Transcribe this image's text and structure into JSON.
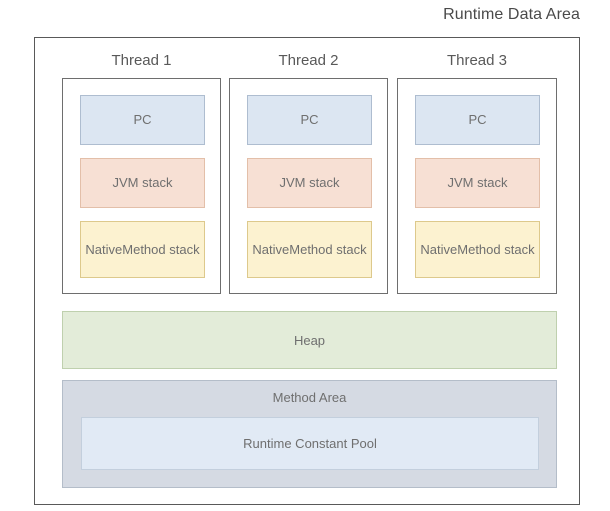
{
  "diagram": {
    "title": "Runtime Data Area",
    "threads": [
      {
        "label": "Thread 1",
        "regions": [
          {
            "name": "PC",
            "label": "PC",
            "color": "#dce6f2"
          },
          {
            "name": "JVM stack",
            "label": "JVM stack",
            "color": "#f7e0d4"
          },
          {
            "name": "Native Method stack",
            "line1": "Native",
            "line2": "Method stack",
            "color": "#fcf2d0"
          }
        ]
      },
      {
        "label": "Thread 2",
        "regions": [
          {
            "name": "PC",
            "label": "PC",
            "color": "#dce6f2"
          },
          {
            "name": "JVM stack",
            "label": "JVM stack",
            "color": "#f7e0d4"
          },
          {
            "name": "Native Method stack",
            "line1": "Native",
            "line2": "Method stack",
            "color": "#fcf2d0"
          }
        ]
      },
      {
        "label": "Thread 3",
        "regions": [
          {
            "name": "PC",
            "label": "PC",
            "color": "#dce6f2"
          },
          {
            "name": "JVM stack",
            "label": "JVM stack",
            "color": "#f7e0d4"
          },
          {
            "name": "Native Method stack",
            "line1": "Native",
            "line2": "Method stack",
            "color": "#fcf2d0"
          }
        ]
      }
    ],
    "shared": {
      "heap": {
        "label": "Heap",
        "color": "#e3ecd9"
      },
      "method_area": {
        "label": "Method Area",
        "color": "#d5dae3",
        "runtime_constant_pool": {
          "label": "Runtime Constant Pool",
          "color": "#e1eaf5"
        }
      }
    },
    "colors": {
      "outer_border": "#595959",
      "thread_border": "#6e6e6e",
      "text": "#6f6f6f",
      "title_text": "#4a4a4a",
      "background": "#ffffff"
    }
  }
}
